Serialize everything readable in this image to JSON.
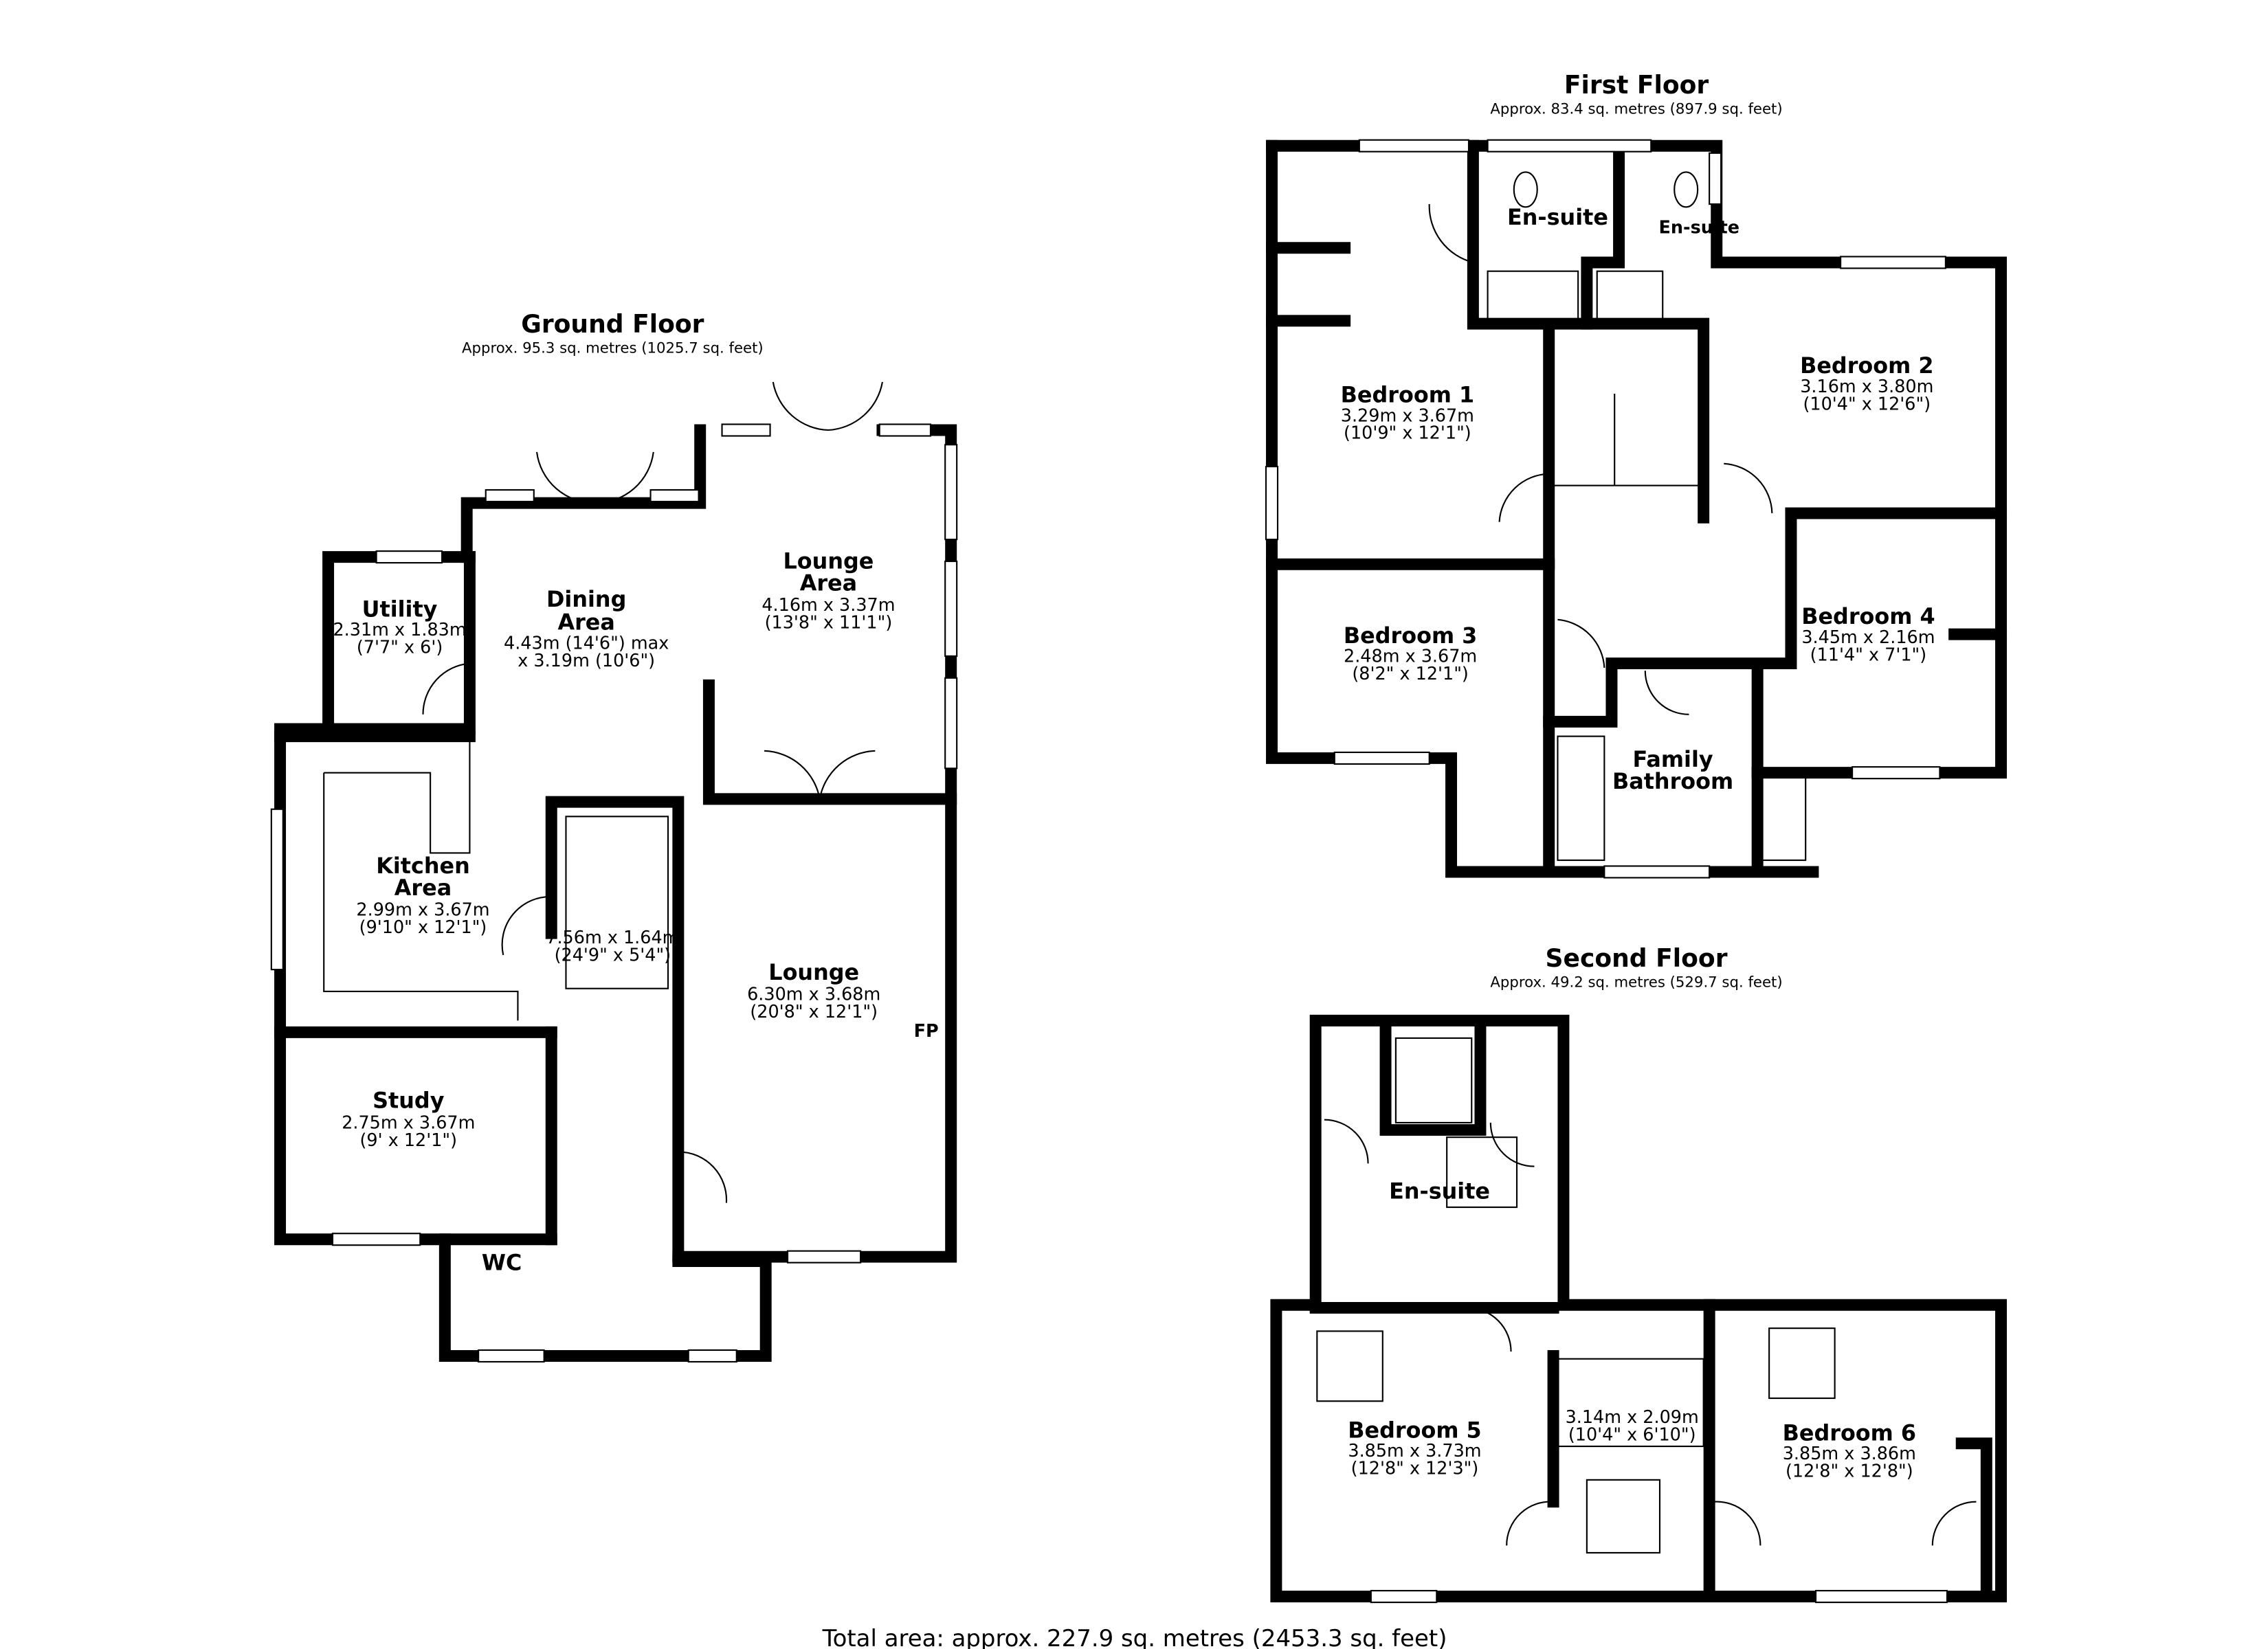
{
  "floors": {
    "ground": {
      "title": "Ground Floor",
      "area": "Approx. 95.3 sq. metres (1025.7 sq. feet)",
      "rooms": {
        "utility": {
          "name": "Utility",
          "dim_m": "2.31m x 1.83m",
          "dim_ft": "(7'7\" x 6')"
        },
        "dining": {
          "name1": "Dining",
          "name2": "Area",
          "dim_m": "4.43m (14'6\") max",
          "dim_ft": "x 3.19m (10'6\")"
        },
        "lounge_area": {
          "name1": "Lounge",
          "name2": "Area",
          "dim_m": "4.16m x 3.37m",
          "dim_ft": "(13'8\" x 11'1\")"
        },
        "kitchen": {
          "name1": "Kitchen",
          "name2": "Area",
          "dim_m": "2.99m x 3.67m",
          "dim_ft": "(9'10\" x 12'1\")"
        },
        "hall": {
          "dim_m": "7.56m x 1.64m",
          "dim_ft": "(24'9\" x 5'4\")"
        },
        "lounge": {
          "name": "Lounge",
          "dim_m": "6.30m x 3.68m",
          "dim_ft": "(20'8\" x 12'1\")",
          "fp": "FP"
        },
        "study": {
          "name": "Study",
          "dim_m": "2.75m x 3.67m",
          "dim_ft": "(9' x 12'1\")"
        },
        "wc": {
          "name": "WC"
        }
      }
    },
    "first": {
      "title": "First Floor",
      "area": "Approx. 83.4 sq. metres (897.9 sq. feet)",
      "rooms": {
        "ensuite1": {
          "name": "En-suite"
        },
        "ensuite2": {
          "name": "En-suite"
        },
        "bedroom1": {
          "name": "Bedroom 1",
          "dim_m": "3.29m x 3.67m",
          "dim_ft": "(10'9\" x 12'1\")"
        },
        "bedroom2": {
          "name": "Bedroom 2",
          "dim_m": "3.16m x 3.80m",
          "dim_ft": "(10'4\" x 12'6\")"
        },
        "bedroom3": {
          "name": "Bedroom 3",
          "dim_m": "2.48m x 3.67m",
          "dim_ft": "(8'2\" x 12'1\")"
        },
        "bedroom4": {
          "name": "Bedroom 4",
          "dim_m": "3.45m x 2.16m",
          "dim_ft": "(11'4\" x 7'1\")"
        },
        "bathroom": {
          "name1": "Family",
          "name2": "Bathroom"
        }
      }
    },
    "second": {
      "title": "Second Floor",
      "area": "Approx. 49.2 sq. metres (529.7 sq. feet)",
      "rooms": {
        "ensuite": {
          "name": "En-suite"
        },
        "bedroom5": {
          "name": "Bedroom 5",
          "dim_m": "3.85m x 3.73m",
          "dim_ft": "(12'8\" x 12'3\")"
        },
        "landing": {
          "dim_m": "3.14m x 2.09m",
          "dim_ft": "(10'4\" x 6'10\")"
        },
        "bedroom6": {
          "name": "Bedroom 6",
          "dim_m": "3.85m x 3.86m",
          "dim_ft": "(12'8\" x 12'8\")"
        }
      }
    }
  },
  "total_area": "Total area: approx. 227.9 sq. metres (2453.3 sq. feet)"
}
